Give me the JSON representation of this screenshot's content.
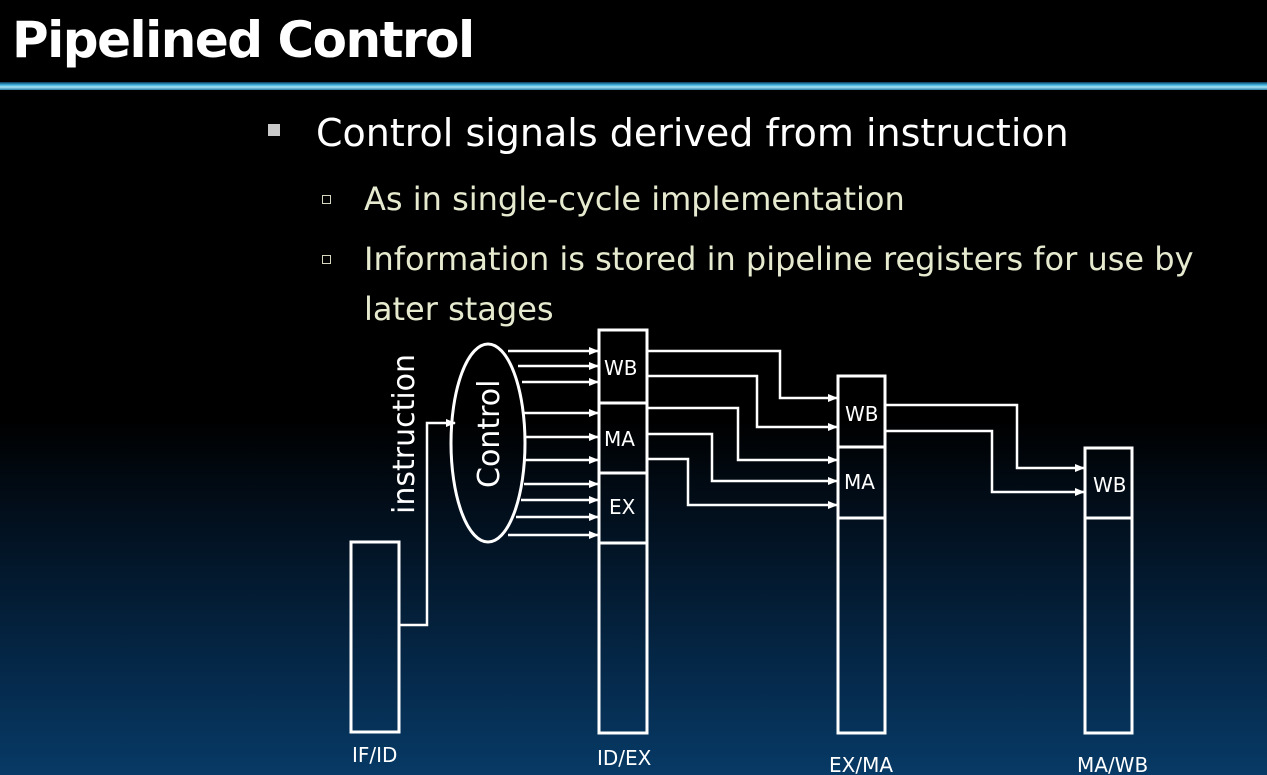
{
  "slide": {
    "title": "Pipelined Control",
    "bullets": [
      {
        "text": "Control signals derived from instruction"
      }
    ],
    "sub_bullets": [
      {
        "text": "As in single-cycle implementation"
      },
      {
        "text": "Information is stored in pipeline registers for use by"
      },
      {
        "text": "later stages"
      }
    ]
  },
  "diagram": {
    "instruction_label": "instruction",
    "control_label": "Control",
    "registers": [
      {
        "name": "IF/ID"
      },
      {
        "name": "ID/EX"
      },
      {
        "name": "EX/MA"
      },
      {
        "name": "MA/WB"
      }
    ],
    "fields": {
      "wb": "WB",
      "ma": "MA",
      "ex": "EX"
    }
  },
  "colors": {
    "background_top": "#000000",
    "background_bottom": "#073a66",
    "rule_accent": "#3fb5e0",
    "sub_text": "#e6eacf"
  }
}
